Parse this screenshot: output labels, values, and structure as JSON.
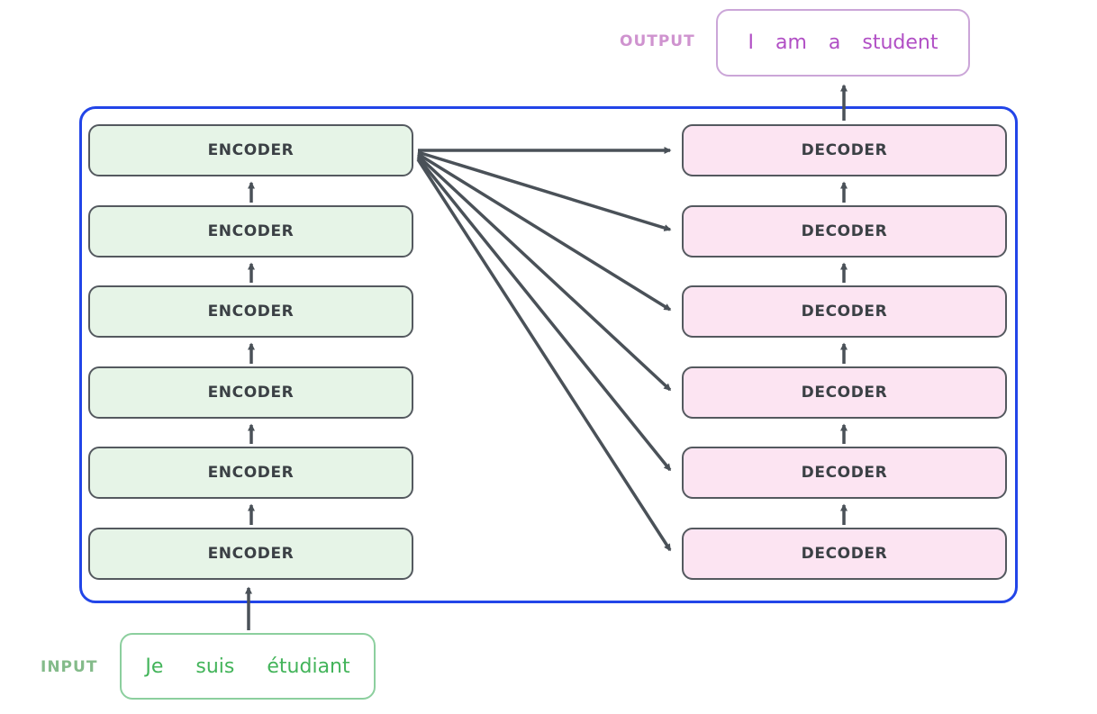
{
  "output": {
    "label": "OUTPUT",
    "words": [
      "I",
      "am",
      "a",
      "student"
    ]
  },
  "input": {
    "label": "INPUT",
    "words": [
      "Je",
      "suis",
      "étudiant"
    ]
  },
  "encoder_stack": {
    "boxes": [
      "ENCODER",
      "ENCODER",
      "ENCODER",
      "ENCODER",
      "ENCODER",
      "ENCODER"
    ]
  },
  "decoder_stack": {
    "boxes": [
      "DECODER",
      "DECODER",
      "DECODER",
      "DECODER",
      "DECODER",
      "DECODER"
    ]
  },
  "colors": {
    "container_border": "#2245e8",
    "encoder_fill": "#e6f4e7",
    "decoder_fill": "#fce4f2",
    "box_border": "#54595f",
    "box_text": "#3b4045",
    "arrow": "#4a5158",
    "output_border": "#cba6d8",
    "output_text": "#b14fc5",
    "output_label_color": "#cf93cf",
    "input_border": "#8ccf9e",
    "input_text": "#43b45a",
    "input_label_color": "#84bb8a"
  }
}
